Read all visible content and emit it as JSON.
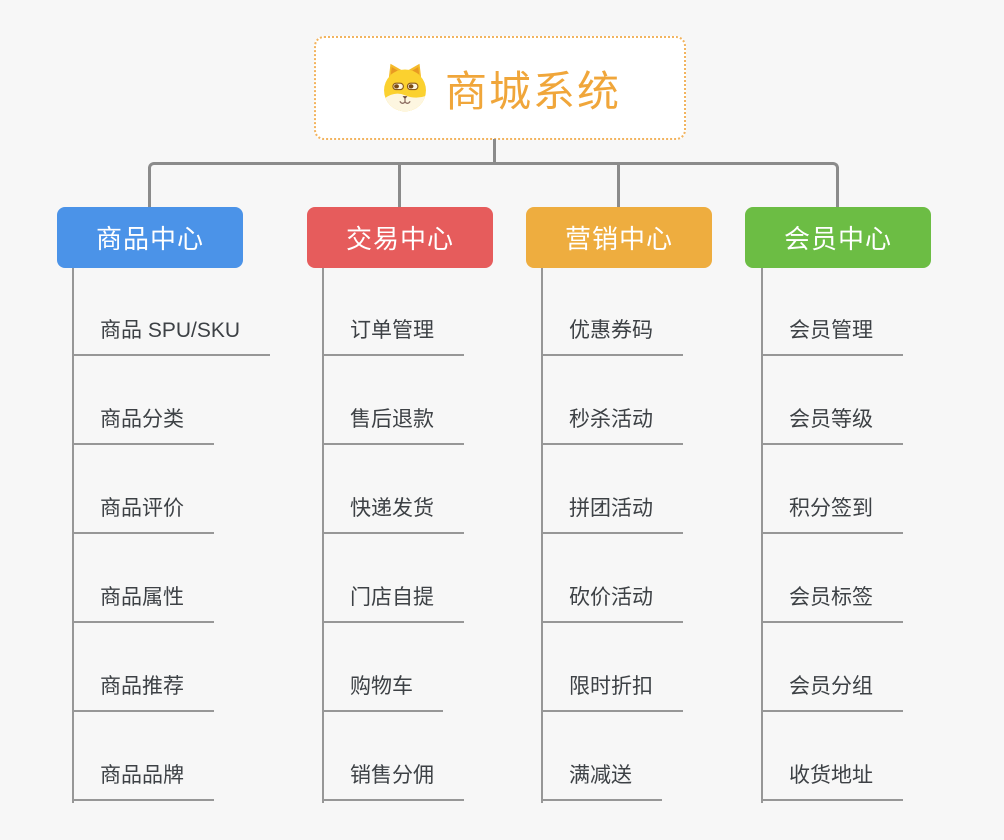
{
  "root": {
    "title": "商城系统",
    "icon": "dog-face-icon",
    "title_color": "#f0a63a",
    "border_color": "#f2b45f"
  },
  "connector_color": "#8b8b8b",
  "background_color": "#f7f7f7",
  "branches": [
    {
      "label": "商品中心",
      "color": "#4b93e8",
      "items": [
        "商品 SPU/SKU",
        "商品分类",
        "商品评价",
        "商品属性",
        "商品推荐",
        "商品品牌"
      ]
    },
    {
      "label": "交易中心",
      "color": "#e65c5c",
      "items": [
        "订单管理",
        "售后退款",
        "快递发货",
        "门店自提",
        "购物车",
        "销售分佣"
      ]
    },
    {
      "label": "营销中心",
      "color": "#eead3f",
      "items": [
        "优惠券码",
        "秒杀活动",
        "拼团活动",
        "砍价活动",
        "限时折扣",
        "满减送"
      ]
    },
    {
      "label": "会员中心",
      "color": "#6cbd44",
      "items": [
        "会员管理",
        "会员等级",
        "积分签到",
        "会员标签",
        "会员分组",
        "收货地址"
      ]
    }
  ]
}
